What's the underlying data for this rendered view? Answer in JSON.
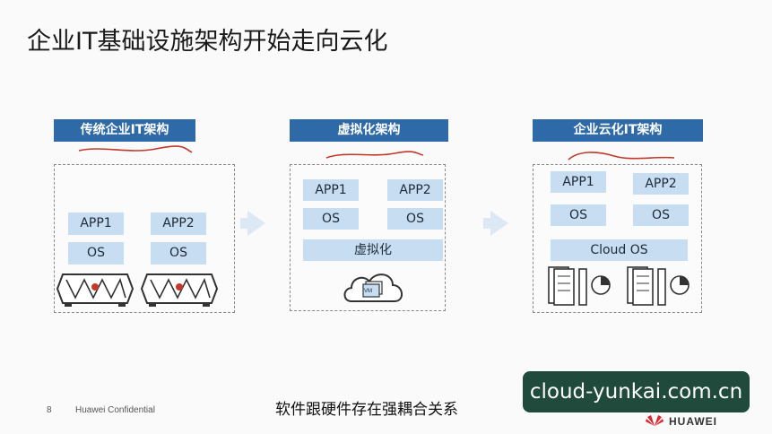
{
  "slide": {
    "title": "企业IT基础设施架构开始走向云化",
    "page_number": "8",
    "confidential": "Huawei Confidential",
    "subtitle": "软件跟硬件存在强耦合关系",
    "watermark": "cloud-yunkai.com.cn",
    "brand": "HUAWEI"
  },
  "columns": [
    {
      "header": "传统企业IT架构",
      "app1": "APP1",
      "app2": "APP2",
      "os1": "OS",
      "os2": "OS"
    },
    {
      "header": "虚拟化架构",
      "app1": "APP1",
      "app2": "APP2",
      "os1": "OS",
      "os2": "OS",
      "layer": "虚拟化",
      "vm": "VM"
    },
    {
      "header": "企业云化IT架构",
      "app1": "APP1",
      "app2": "APP2",
      "os1": "OS",
      "os2": "OS",
      "layer": "Cloud OS"
    }
  ],
  "colors": {
    "header": "#2f6aa8",
    "box": "#c7ddf1",
    "annotation": "#c0392b",
    "arrow": "#dce8f3",
    "watermark_bg": "#1f4a3c",
    "brand": "#e0222a"
  }
}
